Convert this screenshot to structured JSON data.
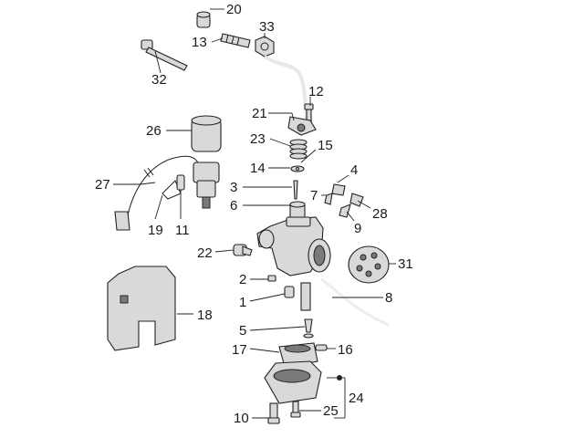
{
  "callouts": [
    "20",
    "33",
    "13",
    "32",
    "12",
    "21",
    "26",
    "23",
    "15",
    "14",
    "4",
    "27",
    "3",
    "7",
    "28",
    "6",
    "19",
    "11",
    "9",
    "22",
    "31",
    "2",
    "8",
    "18",
    "1",
    "5",
    "17",
    "16",
    "24",
    "10",
    "25"
  ]
}
